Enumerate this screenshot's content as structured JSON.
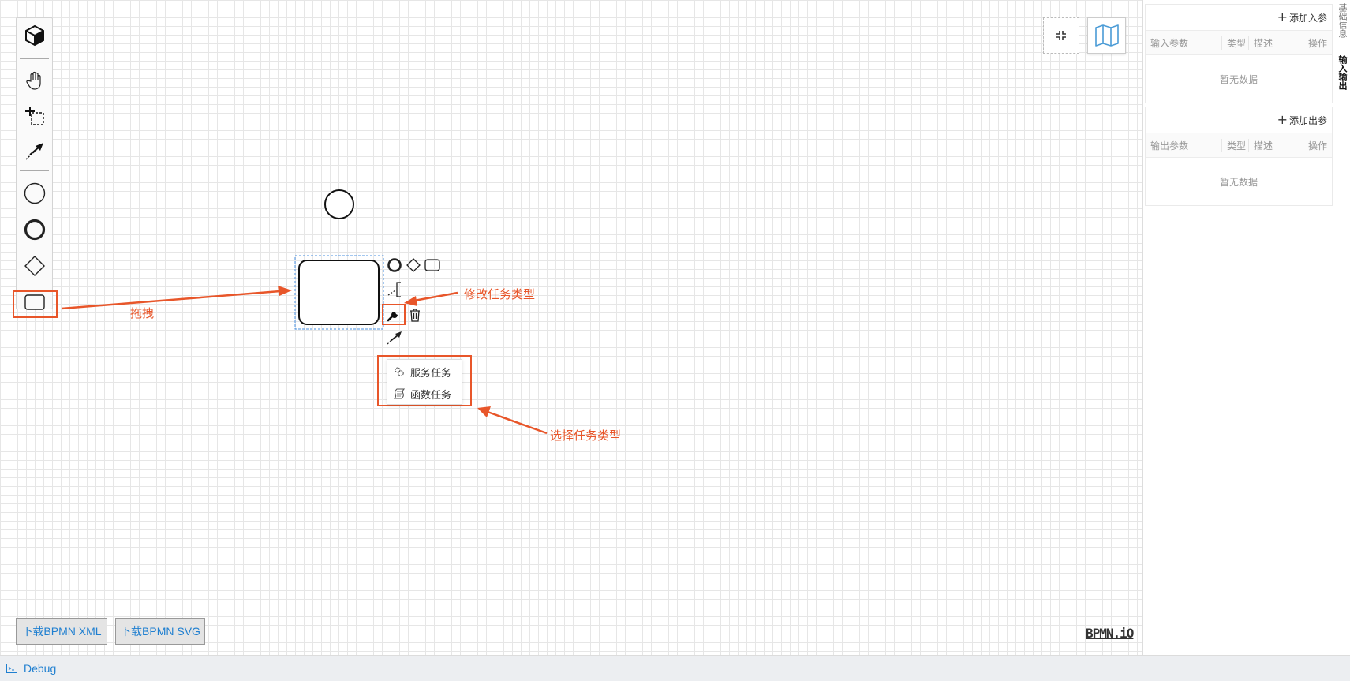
{
  "palette": {
    "items": [
      {
        "icon": "cube-icon",
        "label": ""
      },
      {
        "icon": "hand-tool-icon",
        "label": ""
      },
      {
        "icon": "lasso-tool-icon",
        "label": ""
      },
      {
        "icon": "global-connect-icon",
        "label": ""
      },
      {
        "icon": "start-event-icon",
        "label": ""
      },
      {
        "icon": "end-event-icon",
        "label": ""
      },
      {
        "icon": "gateway-icon",
        "label": ""
      },
      {
        "icon": "task-icon",
        "label": ""
      }
    ]
  },
  "replace_menu": {
    "items": [
      {
        "icon": "gears-icon",
        "label": "服务任务"
      },
      {
        "icon": "script-icon",
        "label": "函数任务"
      }
    ]
  },
  "annotations": {
    "drag": "拖拽",
    "modify_task_type": "修改任务类型",
    "select_task_type": "选择任务类型"
  },
  "bottom": {
    "download_xml": "下载BPMN XML",
    "download_svg": "下载BPMN SVG",
    "logo": "BPMN.iO",
    "debug": "Debug"
  },
  "properties": {
    "input": {
      "add_label": "添加入参",
      "columns": [
        "输入参数",
        "类型",
        "描述",
        "操作"
      ],
      "empty": "暂无数据"
    },
    "output": {
      "add_label": "添加出参",
      "columns": [
        "输出参数",
        "类型",
        "描述",
        "操作"
      ],
      "empty": "暂无数据"
    }
  },
  "side_tabs": [
    {
      "label": "基础信息",
      "active": false
    },
    {
      "label": "输入输出",
      "active": true
    }
  ],
  "colors": {
    "annotation": "#e8562a",
    "link": "#1f7fd0",
    "selection": "#4a90e2"
  }
}
